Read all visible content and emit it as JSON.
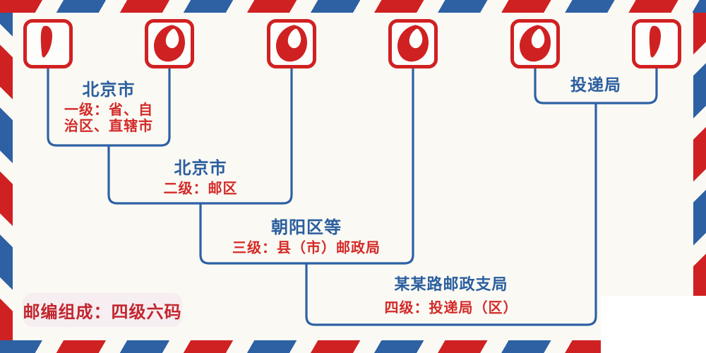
{
  "colors": {
    "red": "#d02122",
    "blue": "#2d61a4",
    "text_blue": "#2b5e9e",
    "text_red": "#d32a28",
    "badge_bg": "#f6eef0",
    "badge_text": "#c2252f",
    "background": "#faf9f4"
  },
  "postal_code": {
    "digits": [
      "1",
      "0",
      "0",
      "0",
      "0",
      "1"
    ]
  },
  "levels": [
    {
      "name": "北京市",
      "desc": "一级：省、自\n治区、直辖市"
    },
    {
      "name": "北京市",
      "desc": "二级：邮区"
    },
    {
      "name": "朝阳区等",
      "desc": "三级：县（市）邮政局"
    },
    {
      "name": "某某路邮政支局",
      "desc": "四级：投递局（区）"
    }
  ],
  "delivery_office_label": "投递局",
  "badge": {
    "label": "邮编组成：四级六码"
  }
}
